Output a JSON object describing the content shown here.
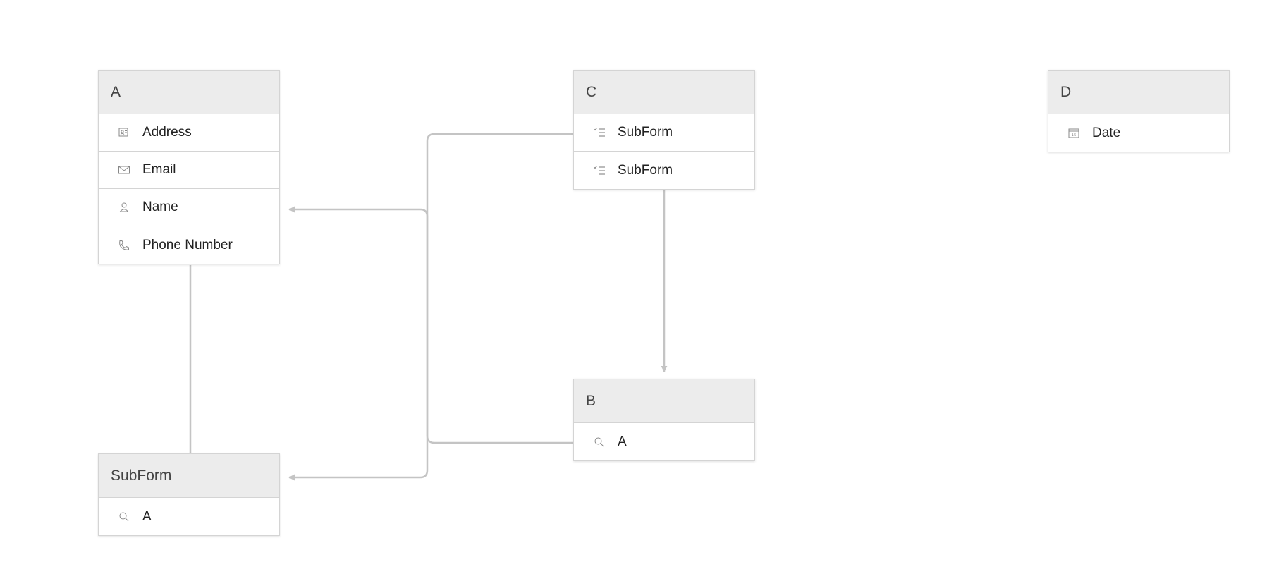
{
  "entities": [
    {
      "id": "A",
      "title": "A",
      "fields": [
        {
          "label": "Address",
          "icon": "address-card-icon"
        },
        {
          "label": "Email",
          "icon": "envelope-icon"
        },
        {
          "label": "Name",
          "icon": "person-icon"
        },
        {
          "label": "Phone Number",
          "icon": "phone-icon"
        }
      ]
    },
    {
      "id": "C",
      "title": "C",
      "fields": [
        {
          "label": "SubForm",
          "icon": "checklist-icon"
        },
        {
          "label": "SubForm",
          "icon": "checklist-icon"
        }
      ]
    },
    {
      "id": "D",
      "title": "D",
      "fields": [
        {
          "label": "Date",
          "icon": "calendar-icon"
        }
      ]
    },
    {
      "id": "B",
      "title": "B",
      "fields": [
        {
          "label": "A",
          "icon": "search-icon"
        }
      ]
    },
    {
      "id": "SubForm",
      "title": "SubForm",
      "fields": [
        {
          "label": "A",
          "icon": "search-icon"
        }
      ]
    }
  ],
  "connectors": [
    {
      "from": "C.SubForm",
      "to": "SubForm"
    },
    {
      "from": "B.A",
      "to": "A.Name"
    },
    {
      "from": "C",
      "to": "B"
    },
    {
      "from": "A",
      "to": "SubForm"
    }
  ],
  "colors": {
    "line": "#c4c4c4",
    "header_bg": "#ececec",
    "border": "#d4d4d4",
    "icon": "#888888"
  }
}
